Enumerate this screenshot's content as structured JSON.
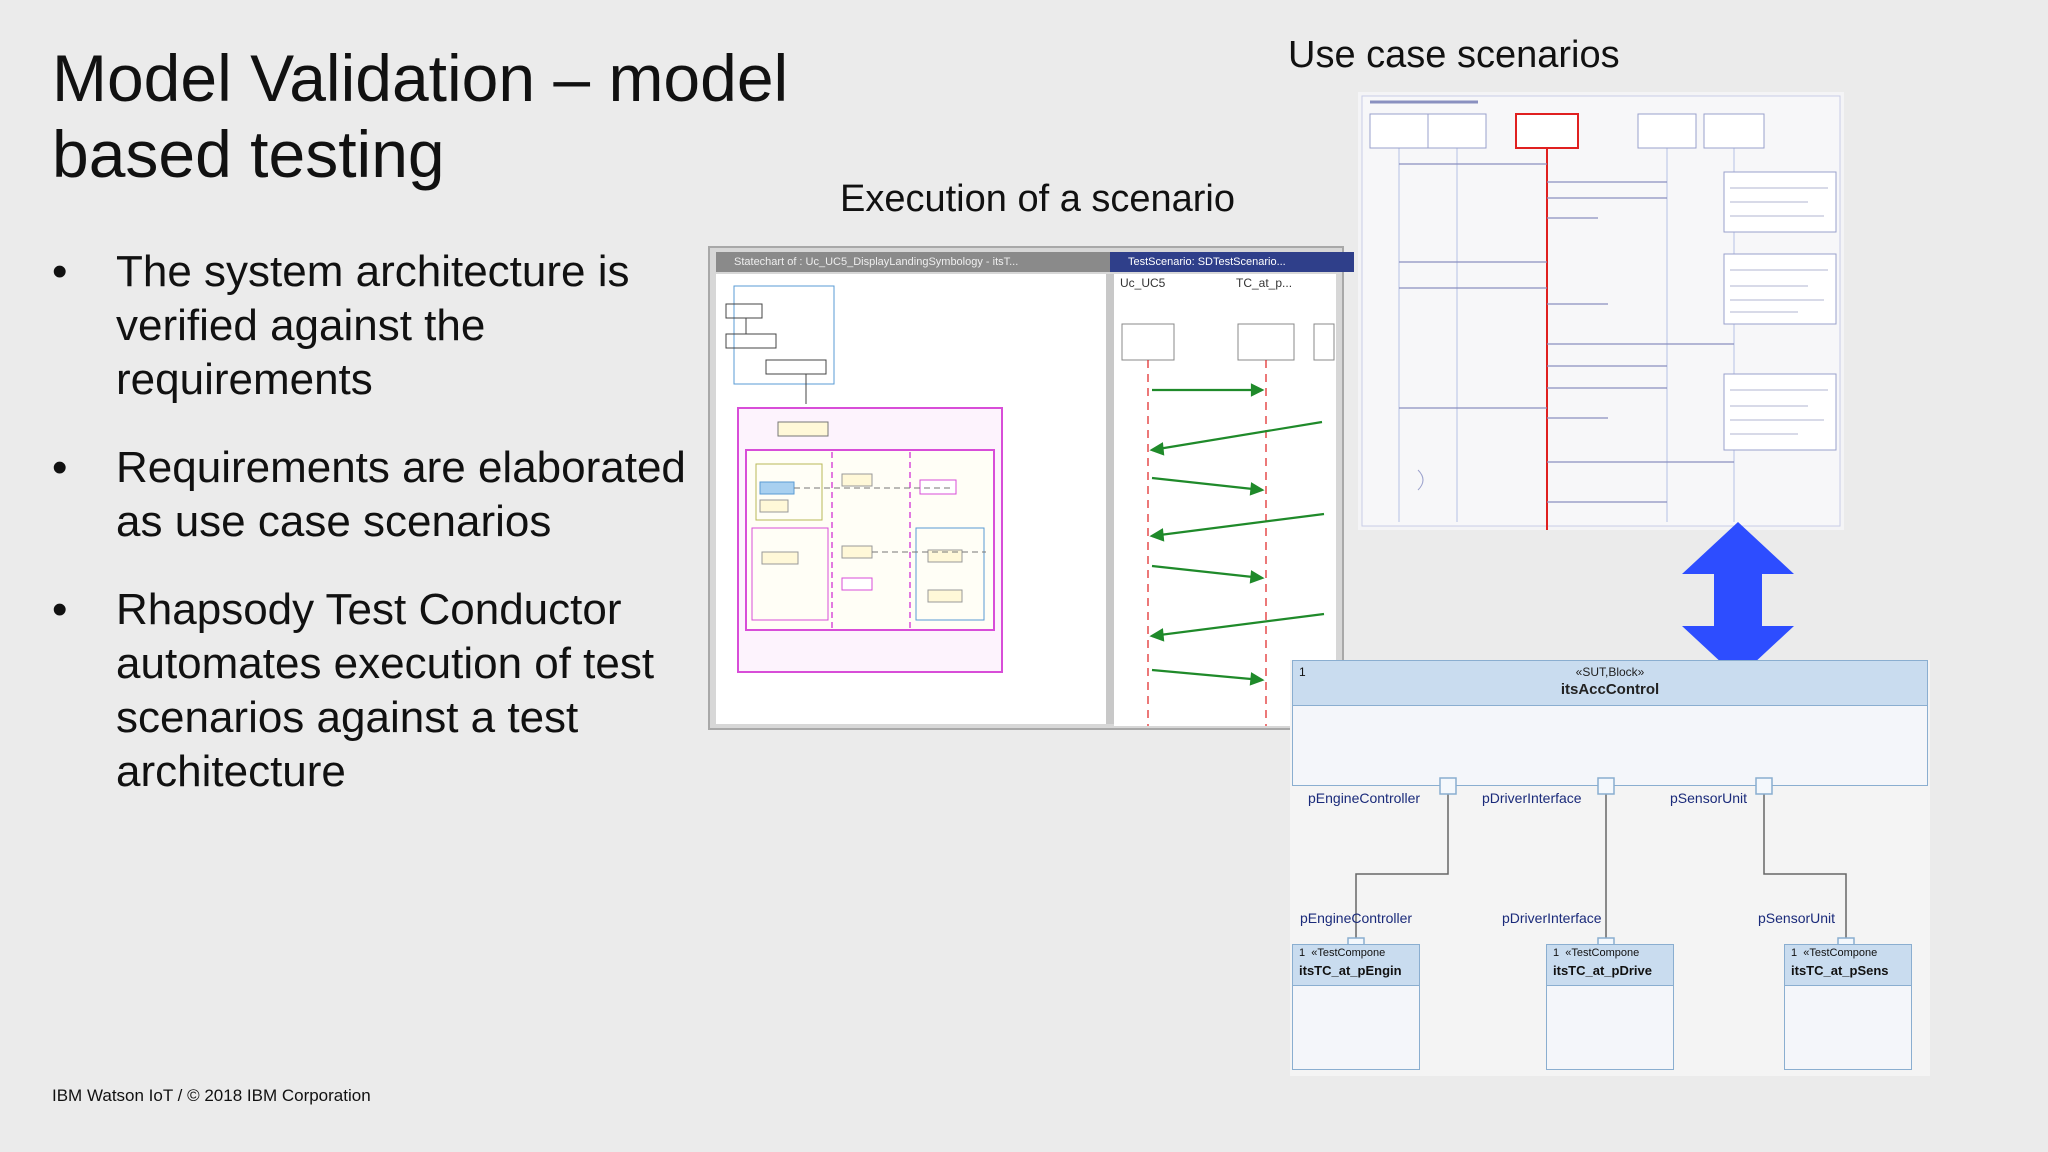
{
  "slide": {
    "title": "Model Validation – model based testing",
    "bullets": [
      {
        "marker": "•",
        "text": "The system architecture is verified against the requirements"
      },
      {
        "marker": "•",
        "text": "Requirements are elaborated as use case scenarios"
      },
      {
        "marker": "•",
        "text": "Rhapsody Test Conductor automates execution of test scenarios against a test architecture"
      }
    ],
    "footer": "IBM Watson IoT / © 2018 IBM Corporation"
  },
  "labels": {
    "use_case": "Use case scenarios",
    "execution": "Execution of a scenario"
  },
  "statechart": {
    "window_title": "Statechart of : Uc_UC5_DisplayLandingSymbology - itsT...",
    "test_window_title": "TestScenario: SDTestScenario...",
    "lifeline_a": "Uc_UC5",
    "lifeline_b": "TC_at_p..."
  },
  "block_diagram": {
    "sut": {
      "multiplicity": "1",
      "stereotype": "«SUT,Block»",
      "name": "itsAccControl"
    },
    "ports": [
      "pEngineController",
      "pDriverInterface",
      "pSensorUnit"
    ],
    "test_components": [
      {
        "multiplicity": "1",
        "stereotype": "«TestCompone",
        "name": "itsTC_at_pEngin",
        "port": "pEngineController"
      },
      {
        "multiplicity": "1",
        "stereotype": "«TestCompone",
        "name": "itsTC_at_pDrive",
        "port": "pDriverInterface"
      },
      {
        "multiplicity": "1",
        "stereotype": "«TestCompone",
        "name": "itsTC_at_pSens",
        "port": "pSensorUnit"
      }
    ]
  },
  "colors": {
    "arrow": "#2d4dff",
    "block_header": "#c9dcef",
    "block_border": "#8aaed0",
    "statechart_frame": "#d84dd8",
    "lifeline_red": "#e02020",
    "message_green": "#1f8a2a"
  }
}
